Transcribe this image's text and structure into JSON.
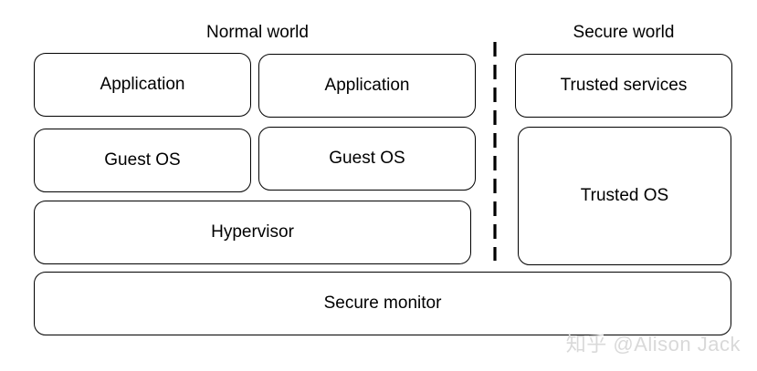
{
  "headings": {
    "normal_world": "Normal world",
    "secure_world": "Secure world"
  },
  "normal_world": {
    "application_left": "Application",
    "application_right": "Application",
    "guest_os_left": "Guest OS",
    "guest_os_right": "Guest OS",
    "hypervisor": "Hypervisor"
  },
  "secure_world": {
    "trusted_services": "Trusted services",
    "trusted_os": "Trusted OS"
  },
  "shared": {
    "secure_monitor": "Secure monitor"
  },
  "watermark": "知乎 @Alison Jack",
  "colors": {
    "stroke": "#000000",
    "background": "#ffffff",
    "watermark": "#d9d9d9"
  }
}
